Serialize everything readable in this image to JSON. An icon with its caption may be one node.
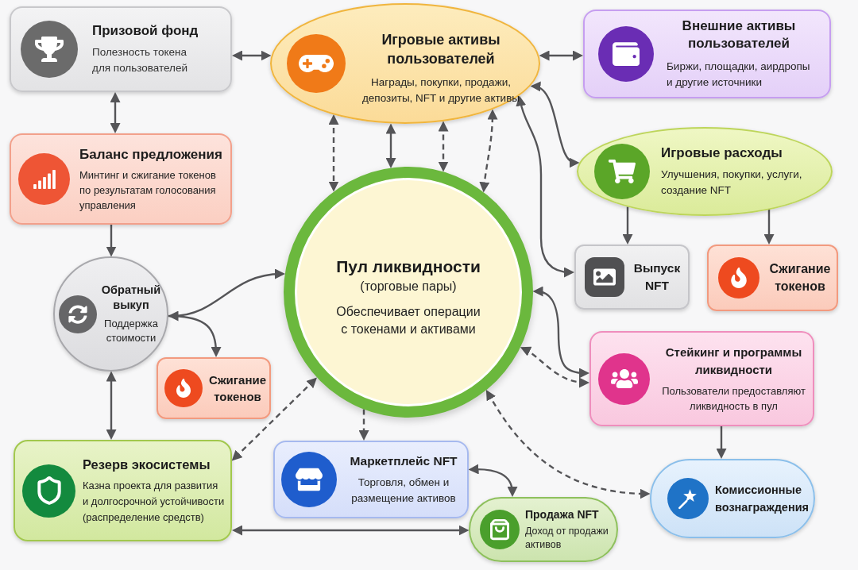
{
  "diagram": {
    "nodes": [
      {
        "text": [
          "Призовой фонд",
          "Полезность токена для пользователей"
        ]
      },
      {
        "text": [
          "Игровые активы пользователей",
          "Награды, покупки, продажи, депозиты, NFT и другие активы"
        ]
      },
      {
        "text": [
          "Внешние активы пользователей",
          "Биржи, площадки, аирдропы и другие источники"
        ]
      },
      {
        "text": [
          "Баланс предложения",
          "Минтинг и сжигание токенов по результатам голосования управления"
        ]
      },
      {
        "text": [
          "Игровые расходы",
          "Улучшения, покупки, услуги, создание NFT"
        ]
      },
      {
        "text": [
          "Пул ликвидности",
          "(торговые пары)",
          "Обеспечивает операции с токенами и активами"
        ]
      },
      {
        "text": [
          "Выпуск NFT"
        ]
      },
      {
        "text": [
          "Сжигание токенов"
        ]
      },
      {
        "text": [
          "Обратный выкуп",
          "Поддержка стоимости"
        ]
      },
      {
        "text": [
          "Стейкинг и программы ликвидности",
          "Пользователи предоставляют ликвидность в пул"
        ]
      },
      {
        "text": [
          "Сжигание токенов"
        ]
      },
      {
        "text": [
          "Резерв экосистемы",
          "Казна проекта для развития и долгосрочной устойчивости (распределение средств)"
        ]
      },
      {
        "text": [
          "Маркетплейс NFT",
          "Торговля, обмен и размещение активов"
        ]
      },
      {
        "text": [
          "Комиссионные вознаграждения"
        ]
      },
      {
        "text": [
          "Продажа NFT",
          "Доход от продажи активов"
        ]
      }
    ],
    "edges": [
      {
        "from": 0,
        "to": 1,
        "arrow": "both"
      },
      {
        "from": 1,
        "to": 2,
        "arrow": "both"
      },
      {
        "from": 0,
        "to": 3,
        "arrow": "both"
      },
      {
        "from": 1,
        "to": 5,
        "arrow": "both",
        "style": "dashed"
      },
      {
        "from": 1,
        "to": 5,
        "arrow": "both"
      },
      {
        "from": 1,
        "to": 5,
        "arrow": "both",
        "style": "dashed"
      },
      {
        "from": 5,
        "to": 1,
        "arrow": "both",
        "style": "dashed"
      },
      {
        "from": 1,
        "to": 6,
        "arrow": "both"
      },
      {
        "from": 1,
        "to": 4,
        "arrow": "both"
      },
      {
        "from": 4,
        "to": 6,
        "arrow": "to"
      },
      {
        "from": 4,
        "to": 7,
        "arrow": "to"
      },
      {
        "from": 3,
        "to": 8,
        "arrow": "to"
      },
      {
        "from": 5,
        "to": 8,
        "arrow": "both"
      },
      {
        "from": 8,
        "to": 10,
        "arrow": "to"
      },
      {
        "from": 5,
        "to": 9,
        "arrow": "both"
      },
      {
        "from": 5,
        "to": 9,
        "arrow": "both",
        "style": "dashed"
      },
      {
        "from": 8,
        "to": 11,
        "arrow": "both"
      },
      {
        "from": 5,
        "to": 11,
        "arrow": "both",
        "style": "dashed"
      },
      {
        "from": 5,
        "to": 12,
        "arrow": "to",
        "style": "dashed"
      },
      {
        "from": 12,
        "to": 14,
        "arrow": "both"
      },
      {
        "from": 11,
        "to": 14,
        "arrow": "both"
      },
      {
        "from": 5,
        "to": 13,
        "arrow": "both",
        "style": "dashed"
      },
      {
        "from": 9,
        "to": 13,
        "arrow": "to"
      }
    ]
  }
}
